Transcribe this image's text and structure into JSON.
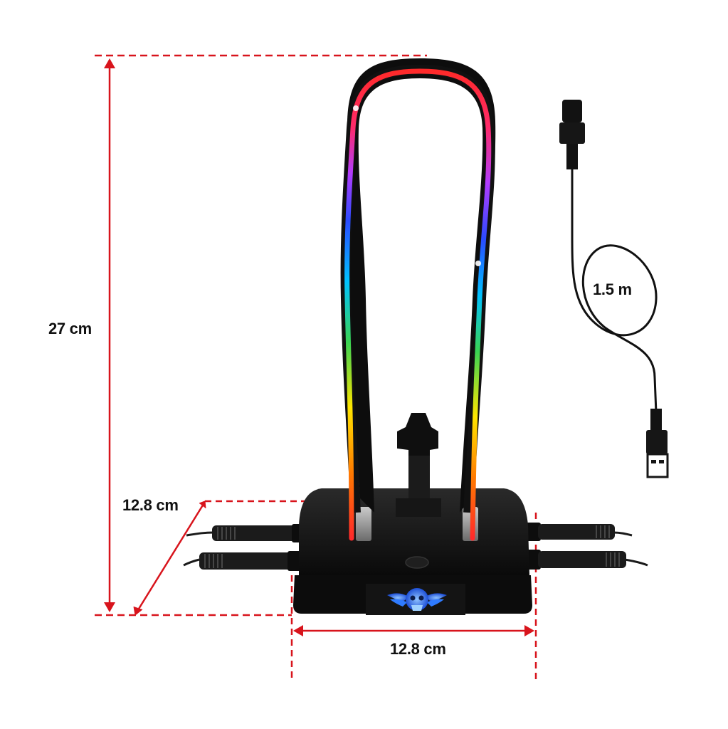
{
  "dimensions": {
    "height": "27 cm",
    "depth": "12.8 cm",
    "width": "12.8 cm",
    "cable_length": "1.5 m"
  },
  "colors": {
    "dimension_line": "#d8141c",
    "label_text": "#111111",
    "stand_body": "#0b0b0b",
    "rgb_strip": [
      "#ff2a2a",
      "#ff7a00",
      "#ffe600",
      "#39d353",
      "#00c2ff",
      "#2a4bff",
      "#b13cff",
      "#ff2a6a"
    ],
    "logo_glow": "#2f7bff"
  },
  "icons": [
    "skull-logo-icon",
    "usb-a-plug-icon",
    "usb-c-plug-icon"
  ]
}
